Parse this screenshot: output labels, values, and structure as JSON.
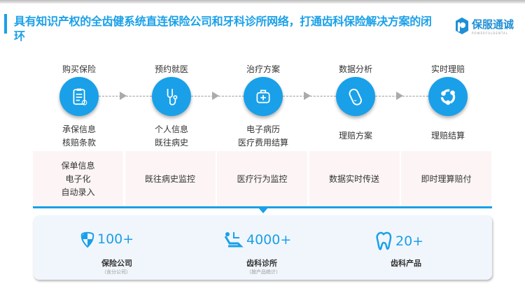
{
  "header": {
    "title": "具有知识产权的全齿健系统直连保险公司和牙科诊所网络，打通齿科保险解决方案的闭环",
    "logo_text": "保服通诚",
    "logo_sub": "POWERFULDENTAL"
  },
  "steps": [
    {
      "label": "购买保险",
      "icon": "clipboard-icon",
      "desc": [
        "承保信息",
        "核赔条款"
      ],
      "feature": [
        "保单信息",
        "电子化",
        "自动录入"
      ]
    },
    {
      "label": "预约就医",
      "icon": "stethoscope-icon",
      "desc": [
        "个人信息",
        "既往病史"
      ],
      "feature": [
        "既往病史监控"
      ]
    },
    {
      "label": "治疗方案",
      "icon": "medical-kit-icon",
      "desc": [
        "电子病历",
        "医疗费用结算"
      ],
      "feature": [
        "医疗行为监控"
      ]
    },
    {
      "label": "数据分析",
      "icon": "pill-icon",
      "desc": [
        "理赔方案"
      ],
      "feature": [
        "数据实时传送"
      ]
    },
    {
      "label": "实时理赔",
      "icon": "share-network-icon",
      "desc": [
        "理赔结算"
      ],
      "feature": [
        "即时理算赔付"
      ]
    }
  ],
  "stats": [
    {
      "value": "100+",
      "label": "保险公司",
      "note": "（含分公司）",
      "icon": "shield-icon"
    },
    {
      "value": "4000+",
      "label": "齿科诊所",
      "note": "（按产品统计）",
      "icon": "dental-chair-icon"
    },
    {
      "value": "20+",
      "label": "齿科产品",
      "icon": "tooth-icon"
    }
  ],
  "colors": {
    "accent": "#1aa0e8"
  }
}
